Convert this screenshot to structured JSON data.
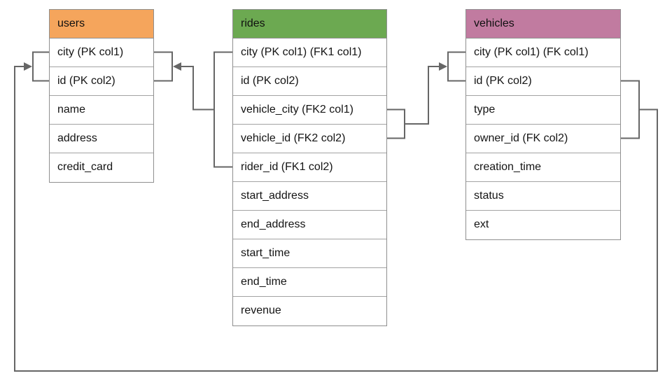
{
  "diagram": {
    "type": "database-schema",
    "connector_color": "#666666",
    "tables": [
      {
        "name": "users",
        "header_color": "#F5A55C",
        "columns": [
          "city (PK col1)",
          "id (PK col2)",
          "name",
          "address",
          "credit_card"
        ]
      },
      {
        "name": "rides",
        "header_color": "#6CA951",
        "columns": [
          "city (PK col1) (FK1 col1)",
          "id (PK col2)",
          "vehicle_city (FK2 col1)",
          "vehicle_id (FK2 col2)",
          "rider_id (FK1 col2)",
          "start_address",
          "end_address",
          "start_time",
          "end_time",
          "revenue"
        ]
      },
      {
        "name": "vehicles",
        "header_color": "#C17BA0",
        "columns": [
          "city (PK col1) (FK col1)",
          "id (PK col2)",
          "type",
          "owner_id (FK col2)",
          "creation_time",
          "status",
          "ext"
        ]
      }
    ],
    "relationships": [
      {
        "name": "FK1",
        "from_table": "rides",
        "from_columns": [
          "city",
          "rider_id"
        ],
        "to_table": "users",
        "to_columns": [
          "city",
          "id"
        ]
      },
      {
        "name": "FK2",
        "from_table": "rides",
        "from_columns": [
          "vehicle_city",
          "vehicle_id"
        ],
        "to_table": "vehicles",
        "to_columns": [
          "city",
          "id"
        ]
      },
      {
        "name": "FK",
        "from_table": "vehicles",
        "from_columns": [
          "city",
          "owner_id"
        ],
        "to_table": "users",
        "to_columns": [
          "city",
          "id"
        ]
      }
    ]
  }
}
